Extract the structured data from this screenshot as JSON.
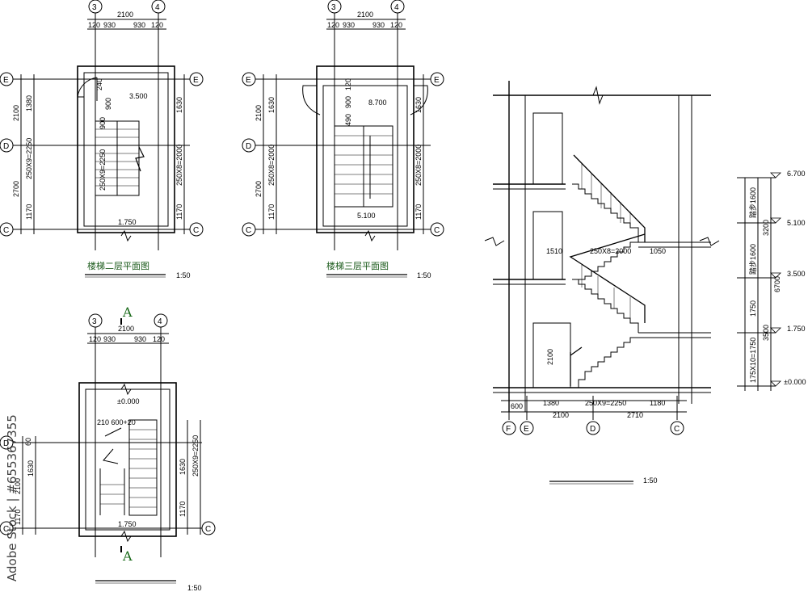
{
  "plan2": {
    "title": "楼梯二层平面图",
    "scale": "1:50",
    "axes_top": [
      "3",
      "4"
    ],
    "axes_side": [
      "E",
      "D",
      "C"
    ],
    "dim_overall": "2100",
    "dims_top": [
      "120",
      "930",
      "930",
      "120"
    ],
    "dims_left": [
      "2100",
      "2700"
    ],
    "dims_left_inner": [
      "1380",
      "250X9=2250",
      "1170"
    ],
    "dims_right": [
      "1630",
      "250X8=2000",
      "1170"
    ],
    "inner": [
      "240",
      "900",
      "900",
      "250X9=2250"
    ],
    "elevations": [
      "3.500",
      "1.750"
    ]
  },
  "plan3": {
    "title": "楼梯三层平面图",
    "scale": "1:50",
    "axes_top": [
      "3",
      "4"
    ],
    "axes_side": [
      "E",
      "D",
      "C"
    ],
    "dim_overall": "2100",
    "dims_top": [
      "120",
      "930",
      "930",
      "120"
    ],
    "dims_left": [
      "2100",
      "2700"
    ],
    "dims_left_inner": [
      "1630",
      "250X8=2000",
      "1170"
    ],
    "dims_right": [
      "1630",
      "250X8=2000",
      "1170"
    ],
    "inner": [
      "120",
      "900",
      "490"
    ],
    "elevations": [
      "8.700",
      "5.100"
    ]
  },
  "plan1": {
    "scale": "1:50",
    "section_mark": "A",
    "axes_top": [
      "3",
      "4"
    ],
    "axes_side": [
      "D",
      "C"
    ],
    "dim_overall": "2100",
    "dims_top": [
      "120",
      "930",
      "930",
      "120"
    ],
    "dims_left": [
      "2100",
      "1170"
    ],
    "dims_left_inner": [
      "1630"
    ],
    "dims_right": [
      "250X9=2250",
      "1630",
      "1170"
    ],
    "inner": [
      "210 600+20",
      "60"
    ],
    "elevations": [
      "±0.000",
      "1.750"
    ]
  },
  "section": {
    "scale": "1:50",
    "axes_bottom": [
      "F",
      "E",
      "D",
      "C"
    ],
    "dims_bottom_1": [
      "600",
      "1380",
      "250X9=2250",
      "1180"
    ],
    "dims_bottom_2": [
      "2100",
      "2710"
    ],
    "dims_mid": [
      "1510",
      "250X8=2000",
      "1050"
    ],
    "door_height": "2100",
    "elevations": [
      "6.700",
      "5.100",
      "3.500",
      "1.750",
      "±0.000"
    ],
    "dims_right_1": [
      "3200",
      "3500"
    ],
    "dims_right_2": [
      "6700"
    ],
    "dims_right_3": [
      "1750",
      "175X10=1750"
    ],
    "rise_labels": [
      "踏步1600",
      "踏步1600"
    ]
  },
  "watermark": "Adobe Stock | #655367355"
}
